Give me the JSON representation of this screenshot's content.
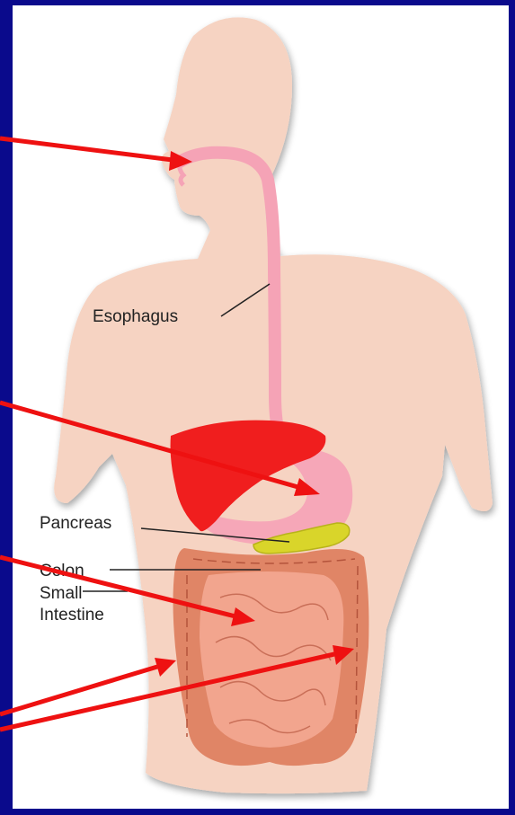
{
  "diagram": {
    "labels": {
      "esophagus": "Esophagus",
      "pancreas": "Pancreas",
      "colon": "Colon",
      "small_intestine_line1": "Small",
      "small_intestine_line2": "Intestine"
    },
    "colors": {
      "background": "#0a0a8c",
      "body": "#f6d3c2",
      "esophagus": "#f5a3b6",
      "liver": "#f01e1e",
      "stomach": "#f6a7b8",
      "pancreas": "#d9d52a",
      "colon": "#e08566",
      "small_intestine": "#f2a58e",
      "arrows": "#ee1111"
    }
  }
}
